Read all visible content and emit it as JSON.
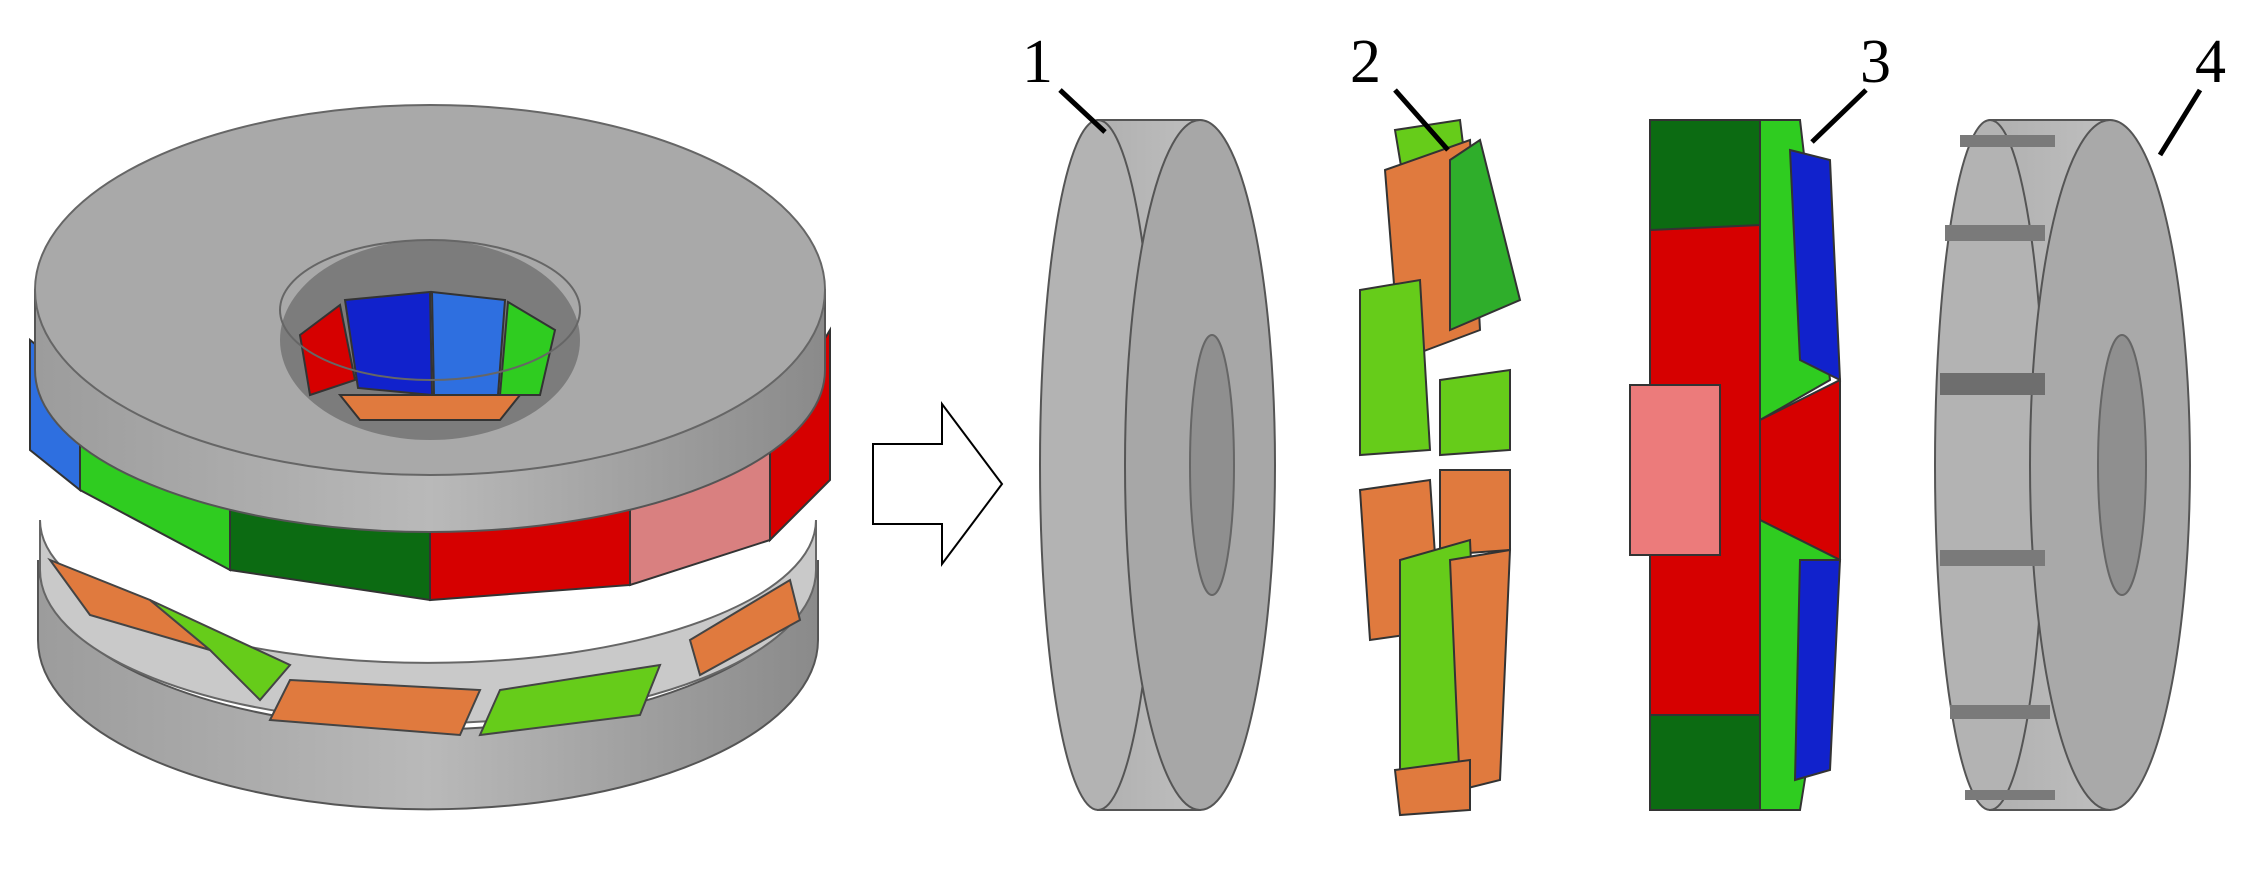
{
  "callouts": [
    {
      "id": "1",
      "label": "1"
    },
    {
      "id": "2",
      "label": "2"
    },
    {
      "id": "3",
      "label": "3"
    },
    {
      "id": "4",
      "label": "4"
    }
  ],
  "colors": {
    "steel_top": "#a9a9a9",
    "steel_side": "#8c8c8c",
    "steel_dark": "#6e6e6e",
    "green_dark": "#0c6b12",
    "green_light": "#66cc1a",
    "green_mid": "#2fae2b",
    "red": "#d60000",
    "red_light": "#ec7b7b",
    "blue": "#1122cc",
    "blue_light": "#2e6fe0",
    "orange": "#e07a3e",
    "outline": "#222222"
  }
}
